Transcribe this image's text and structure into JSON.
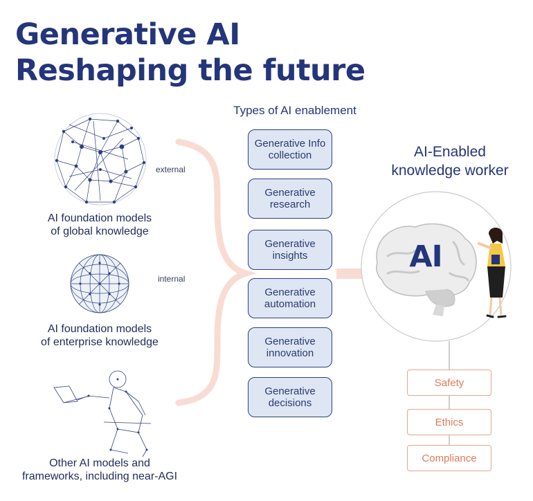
{
  "title": {
    "line1": "Generative AI",
    "line2": "Reshaping the future"
  },
  "models": [
    {
      "line1": "AI foundation models",
      "line2": "of global knowledge",
      "side_label": "external"
    },
    {
      "line1": "AI foundation models",
      "line2": "of enterprise knowledge",
      "side_label": "internal"
    },
    {
      "line1": "Other AI models and",
      "line2": "frameworks, including near-AGI"
    }
  ],
  "types": {
    "heading": "Types of AI enablement",
    "items": [
      "Generative Info collection",
      "Generative research",
      "Generative insights",
      "Generative automation",
      "Generative innovation",
      "Generative decisions"
    ]
  },
  "worker": {
    "line1": "AI-Enabled",
    "line2": "knowledge worker",
    "ai_text": "AI"
  },
  "principles": [
    "Safety",
    "Ethics",
    "Compliance"
  ],
  "colors": {
    "navy": "#24357a",
    "box_fill": "#dde6f2",
    "accent_peach": "#e07a5b",
    "brace": "#f8dcd3"
  },
  "icons": [
    "global-network-sphere-icon",
    "enterprise-network-sphere-icon",
    "robot-at-laptop-icon",
    "brain-icon",
    "presenter-woman-icon"
  ]
}
